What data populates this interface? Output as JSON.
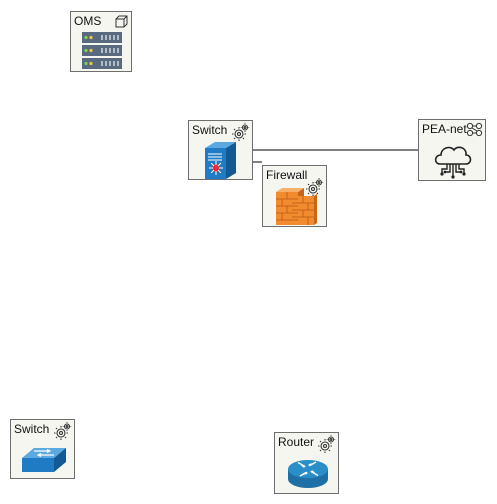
{
  "nodes": {
    "oms": {
      "label": "OMS",
      "badge_icon": "container-cube-icon",
      "icon": "server-rack-icon"
    },
    "switch_core": {
      "label": "Switch",
      "badge_icon": "gear-icon",
      "icon": "layer3-switch-icon"
    },
    "pea_net": {
      "label": "PEA-net",
      "badge_icon": "network-nodes-icon",
      "icon": "cloud-network-icon"
    },
    "firewall": {
      "label": "Firewall",
      "badge_icon": "gear-icon",
      "icon": "firewall-brick-icon"
    },
    "switch_access": {
      "label": "Switch",
      "badge_icon": "gear-icon",
      "icon": "workgroup-switch-icon"
    },
    "router": {
      "label": "Router",
      "badge_icon": "gear-icon",
      "icon": "router-icon"
    }
  },
  "links": [
    {
      "from": "Switch",
      "to": "PEA-net"
    },
    {
      "from": "Switch",
      "to": "Firewall"
    }
  ],
  "colors": {
    "node_bg": "#f6f6f1",
    "node_border": "#6e6e6e",
    "link": "#000000",
    "server": "#5a6a7e",
    "switch_blue": "#1f7cc4",
    "firewall_orange": "#f28a2e",
    "router_blue": "#2a8fc8"
  }
}
